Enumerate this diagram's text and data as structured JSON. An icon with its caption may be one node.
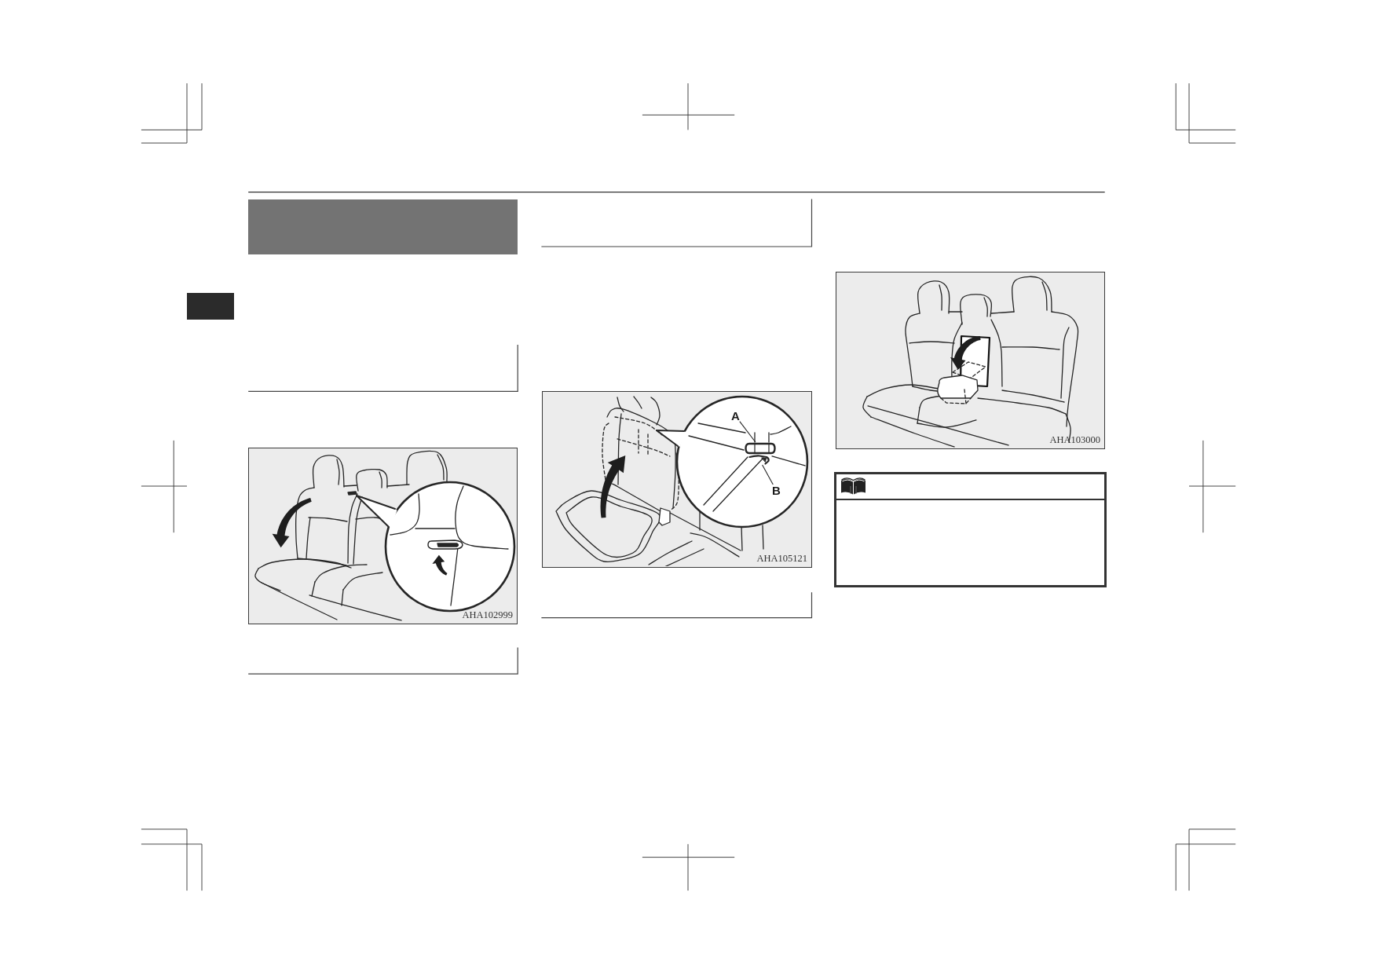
{
  "diagram": {
    "nodes": [
      {
        "text": [],
        "shape": "bar"
      },
      {
        "text": [
          "AHA102999"
        ]
      },
      {
        "text": [
          "AHA105121"
        ]
      },
      {
        "text": [
          "A"
        ],
        "in": 2
      },
      {
        "text": [
          "B"
        ],
        "in": 2
      },
      {
        "text": [],
        "shape": "picture",
        "in": 2
      },
      {
        "text": [],
        "shape": "picture",
        "in": 2
      },
      {
        "text": [
          "AHA103000"
        ]
      }
    ],
    "edges": [
      {
        "from": 3,
        "to": 5,
        "arrow": "none"
      },
      {
        "from": 4,
        "to": 6,
        "arrow": "none"
      }
    ]
  }
}
